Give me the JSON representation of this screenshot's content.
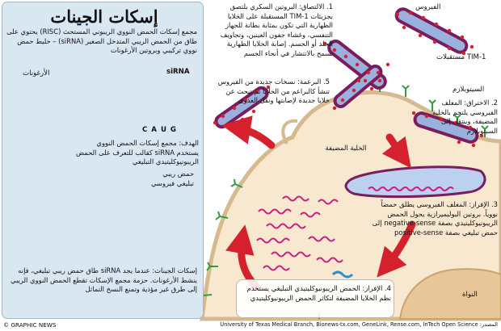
{
  "title": "إسكات الجينات",
  "panel": {
    "intro": "مجمع إسكات الحمض النووي الريبوني المستحث (RISC) يحتوي على طاق من الحمض الريبي المتدخل الصغير (siRNA) – خليط حمض نووي تركيبي وبروتين الأرغونات",
    "label_argonaute": "الأرغونات",
    "label_sirna": "siRNA",
    "label_caug": "C A U G",
    "target": "الهدف: مجمع إسكات الحمض النووي يستخدم siRNA كقالب للتعرف على الحمض الريبونيوكليتيدي التبليغي",
    "label_mrna": "حمض ريبي تبليغي فيروسي",
    "silencing": "إسكات الجينات: عندما يجد siRNA طاق حمض ريبي تبليغي، فإنه ينشط الأرغونات. حزمة مجمع الإسكات تقطع الحمض النووي الريبي إلى طرق غير مؤذية وتمنع النسخ التماثل"
  },
  "labels": {
    "virus": "الفيروس",
    "receptors": "مستقبلات TIM-1",
    "cytoplasm": "السيتوبلازم",
    "host_cell": "الخلية المضيفة",
    "nucleus": "النواة"
  },
  "steps": {
    "s1": "1. الالتصاق: البروتين السكري يلتصق بجزيئات TIM-1 المستقبلة على الخلايا الظهارية التي تكون بمثابة بطانة للجهاز التنفسي، وغشاء جفون العينين، وتجاويف الجلد أو الجسم. إصابة الخلايا الظهارية تسمح بالانتشار في أنحاء الجسم",
    "s2": "2. الاختراق: المغلف الفيروسي يلتحم بالخلية المضيفة، وينتقل إلى السيتوبلازم",
    "s3": "3. الإفراز: المغلف الفيروسي يطلق حمضاً نووياً. بروتين البوليميرازية يحول الحمض الريبونيوكليتيدي بصفة negative-sense إلى حمض تبليغي بصفة positive-sense",
    "s4": "4. الإفراز: الحمض الريبونيوكليتيدي التبليغي يستخدم نظم الخلايا المضيفة لتكاثر الحمض الريبونيوكليتيدي",
    "s5": "5. البرعمة: نسخات جديدة من الفيروس تنشأ كالبراعم من الخلايا ثم تبحث عن خلايا جديدة لإصابتها ونقل العدوى"
  },
  "footer": {
    "credit": "© GRAPHIC NEWS",
    "sources": "المصدر: University of Texas Medical Branch, Bionews-tx.com, GeneLink, Rense.com, InTech Open Science"
  },
  "colors": {
    "virus_outline": "#7a1d5c",
    "virus_fill": "#9ab1dd",
    "spike": "#d5212e",
    "arrow": "#d5212e",
    "cell": "#f8e8d0",
    "membrane": "#d7b98f",
    "receptor": "#2e9e45",
    "rna_magenta": "#c8207e",
    "panel_bg": "#d9e7f3",
    "argonaute": "#f3b133",
    "sirna_blue": "#2f8ecf"
  }
}
